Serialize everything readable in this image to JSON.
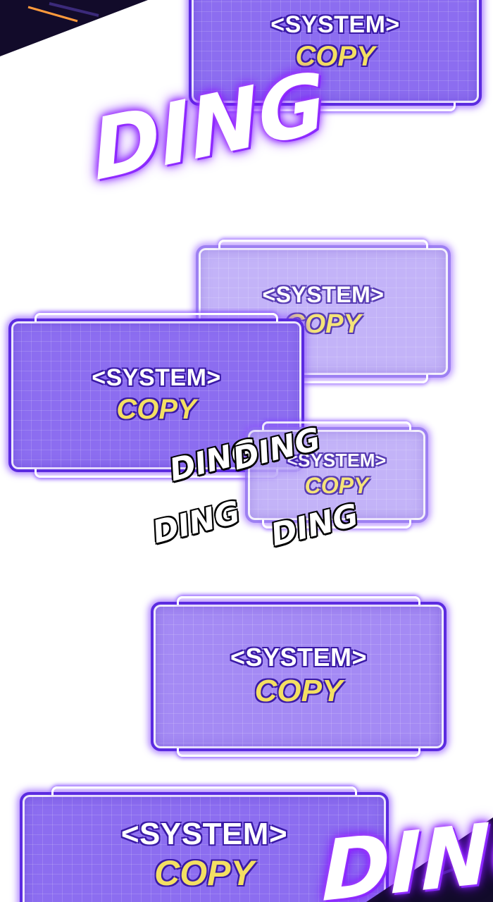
{
  "panels": [
    {
      "sys": "<SYSTEM>",
      "copy": "COPY"
    },
    {
      "sys": "<SYSTEM>",
      "copy": "COPY"
    },
    {
      "sys": "<SYSTEM>",
      "copy": "COPY"
    },
    {
      "sys": "<SYSTEM>",
      "copy": "COPY"
    },
    {
      "sys": "<SYSTEM>",
      "copy": "COPY"
    },
    {
      "sys": "<SYSTEM>",
      "copy": "COPY"
    }
  ],
  "sfx": {
    "big_1": "DING",
    "small_1": "DING",
    "small_2": "DING",
    "small_3": "DING",
    "small_4": "DING",
    "big_2": "DING"
  },
  "colors": {
    "panel_fill": "#8c6df0",
    "panel_border": "#5b2be0",
    "copy_text": "#f3df62",
    "glow": "#8a1fff"
  }
}
